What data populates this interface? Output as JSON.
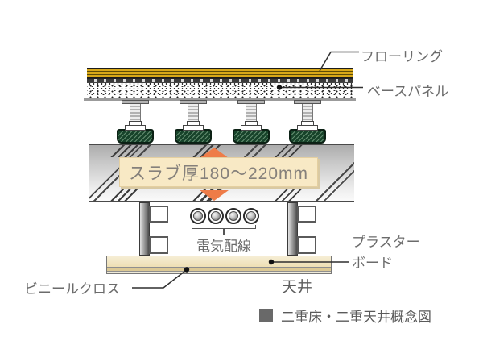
{
  "diagram": {
    "caption": "二重床・二重天井概念図",
    "labels": {
      "flooring": "フローリング",
      "base_panel": "ベースパネル",
      "slab_thickness": "スラブ厚180〜220mm",
      "electrical_wiring": "電気配線",
      "plaster_board_line1": "プラスター",
      "plaster_board_line2": "ボード",
      "ceiling": "天井",
      "vinyl_cloth": "ビニールクロス"
    },
    "components": {
      "support_post_count": 4,
      "wiring_circle_count": 4,
      "ceiling_hanger_count": 2
    },
    "colors": {
      "flooring_gold": "#D8A818",
      "rubber_foot_green": "#17432A",
      "arrow_orange": "#EE7C48",
      "slab_label_bg": "#F8E9C5",
      "slab_label_text": "#85807B",
      "ceiling_board_cream": "#EEDFB4",
      "label_text_gray": "#6B6B6B",
      "caption_square_gray": "#696969"
    }
  }
}
